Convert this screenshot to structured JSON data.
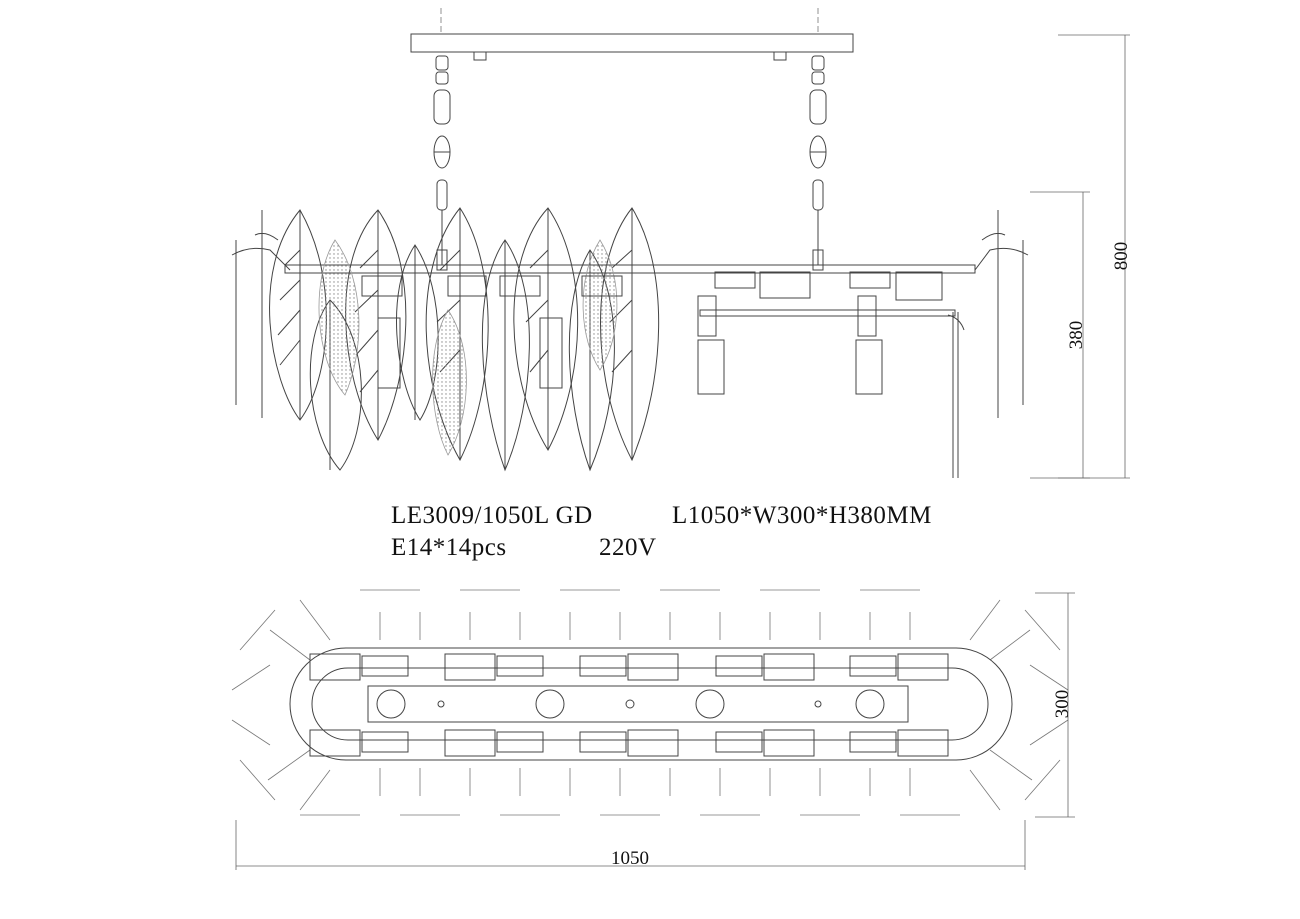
{
  "spec": {
    "model": "LE3009/1050L GD",
    "size": "L1050*W300*H380MM",
    "bulbs": "E14*14pcs",
    "voltage": "220V"
  },
  "dimensions": {
    "total_height": "800",
    "body_height": "380",
    "width": "300",
    "length": "1050"
  }
}
